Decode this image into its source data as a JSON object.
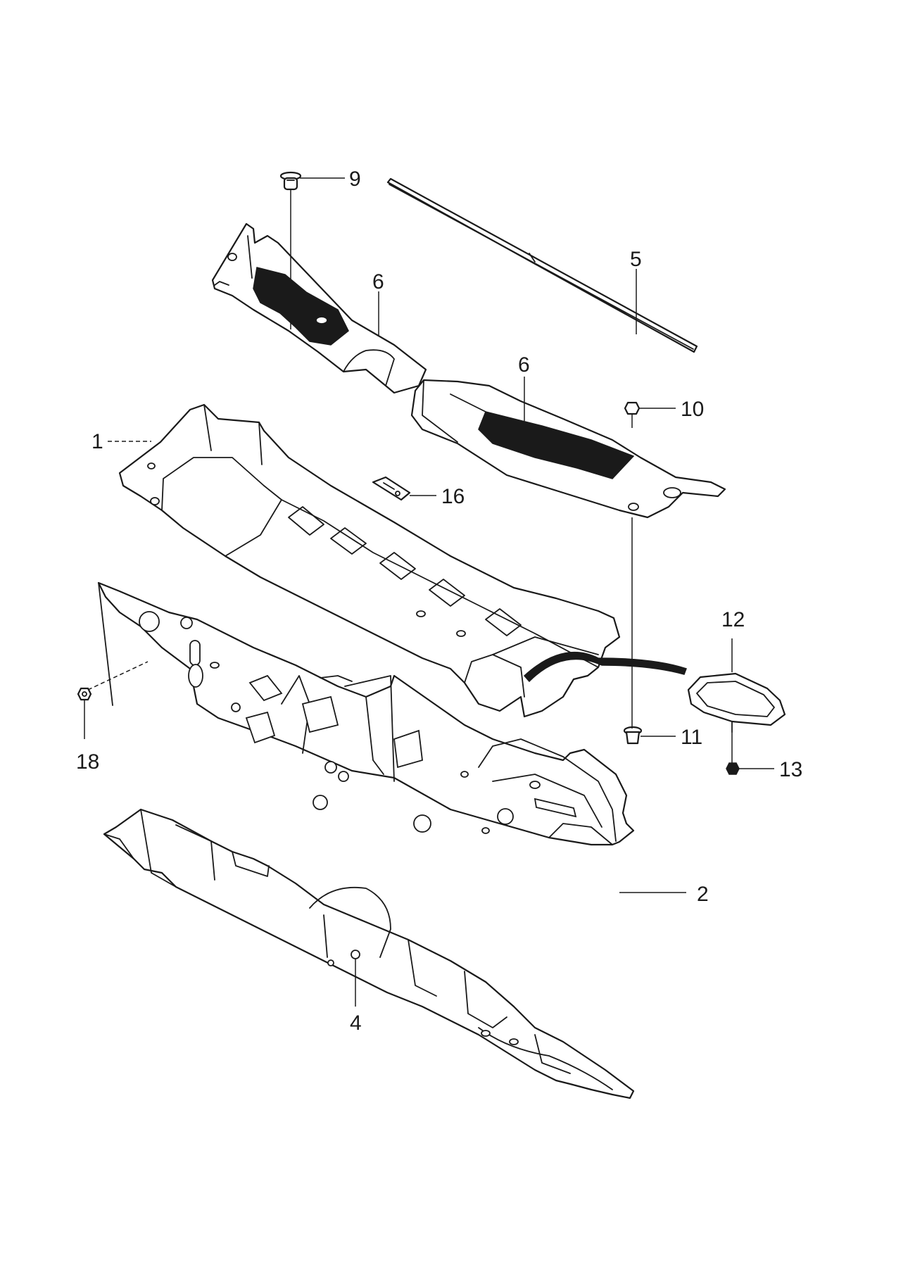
{
  "callouts": {
    "c1": "1",
    "c2": "2",
    "c4": "4",
    "c5": "5",
    "c6a": "6",
    "c6b": "6",
    "c9": "9",
    "c10": "10",
    "c11": "11",
    "c12": "12",
    "c13": "13",
    "c16": "16",
    "c18": "18"
  }
}
